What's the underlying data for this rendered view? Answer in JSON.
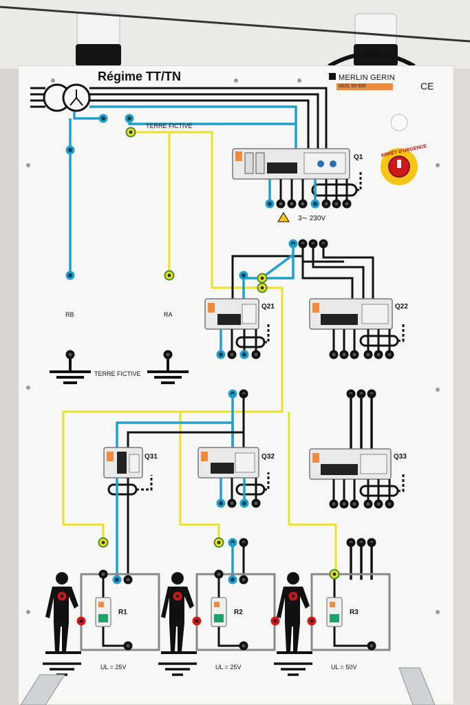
{
  "panel": {
    "title": "Régime TT/TN",
    "brand": "MERLIN GERIN",
    "brand_ref": "MDG 99 605",
    "ce_mark": "CE",
    "voltage_label": "3∼ 230V",
    "emergency_stop_label": "ARRÊT D'URGENCE"
  },
  "labels": {
    "terre_fictive_top": "TERRE FICTIVE",
    "terre_fictive_bottom": "TERRE FICTIVE",
    "rb": "RB",
    "ra": "RA"
  },
  "breakers": {
    "q1": "Q1",
    "q21": "Q21",
    "q22": "Q22",
    "q31": "Q31",
    "q32": "Q32",
    "q33": "Q33"
  },
  "loads": [
    {
      "name": "R1",
      "ul": "UL = 25V"
    },
    {
      "name": "R2",
      "ul": "UL = 25V"
    },
    {
      "name": "R3",
      "ul": "UL = 50V"
    }
  ],
  "colors": {
    "wire_black": "#111111",
    "wire_blue": "#1f9fc9",
    "wire_yellow": "#e8e22a",
    "warning": "#f08a3c",
    "stop_red": "#cc1a1a"
  }
}
